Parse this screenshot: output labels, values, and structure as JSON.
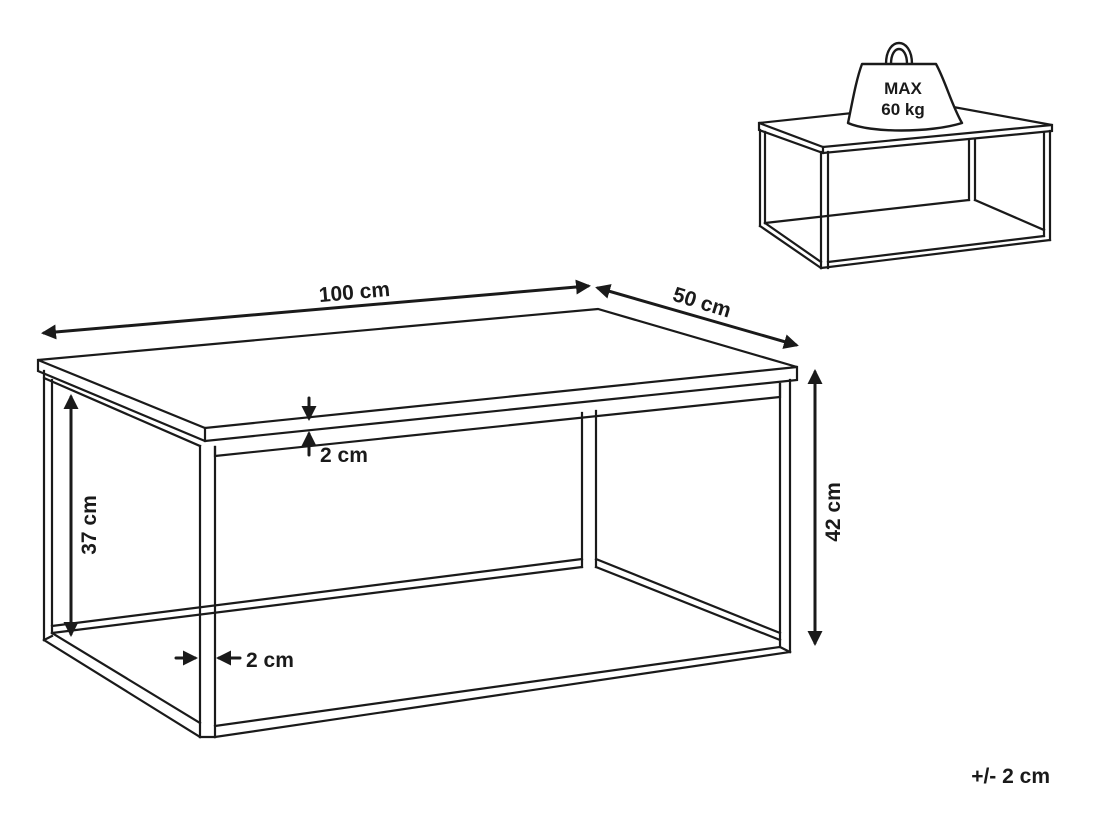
{
  "dimensions": {
    "length": "100 cm",
    "depth": "50 cm",
    "total_height": "42 cm",
    "inner_height": "37 cm",
    "top_thickness": "2 cm",
    "leg_thickness": "2 cm"
  },
  "weight_badge": {
    "line1": "MAX",
    "line2": "60 kg"
  },
  "tolerance": "+/- 2 cm",
  "colors": {
    "line": "#1a1a1a",
    "background": "#ffffff"
  },
  "icons": [
    "weight-icon",
    "table-thumbnail"
  ]
}
